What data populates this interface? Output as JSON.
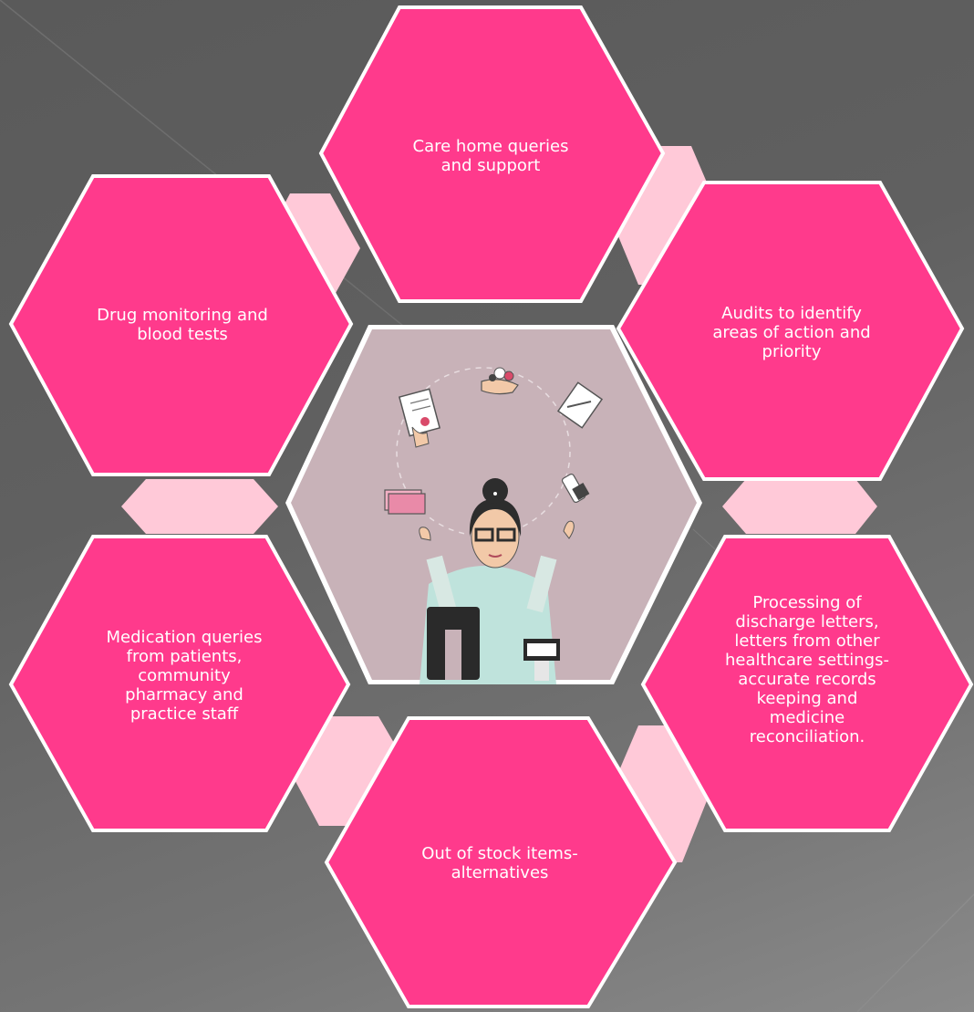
{
  "colors": {
    "hex_fill": "#ff3a8c",
    "hex_border": "#ffffff",
    "connector_fill": "#ffc9d8",
    "center_bg": "#c8b2b8",
    "background": "#5e5e5e"
  },
  "center_image": {
    "icon": "pharmacist-juggling-tasks-illustration"
  },
  "hexagons": [
    {
      "id": "care-home",
      "text": "Care home queries\nand support"
    },
    {
      "id": "audits",
      "text": "Audits to identify\nareas of action and\npriority"
    },
    {
      "id": "discharge",
      "text": "Processing of\ndischarge letters,\nletters from other\nhealthcare settings-\naccurate records\nkeeping and\nmedicine\nreconciliation."
    },
    {
      "id": "out-of-stock",
      "text": "Out of stock items-\nalternatives"
    },
    {
      "id": "medication-queries",
      "text": "Medication queries\nfrom patients,\ncommunity\npharmacy and\npractice staff"
    },
    {
      "id": "drug-monitoring",
      "text": "Drug monitoring and\nblood tests"
    }
  ]
}
